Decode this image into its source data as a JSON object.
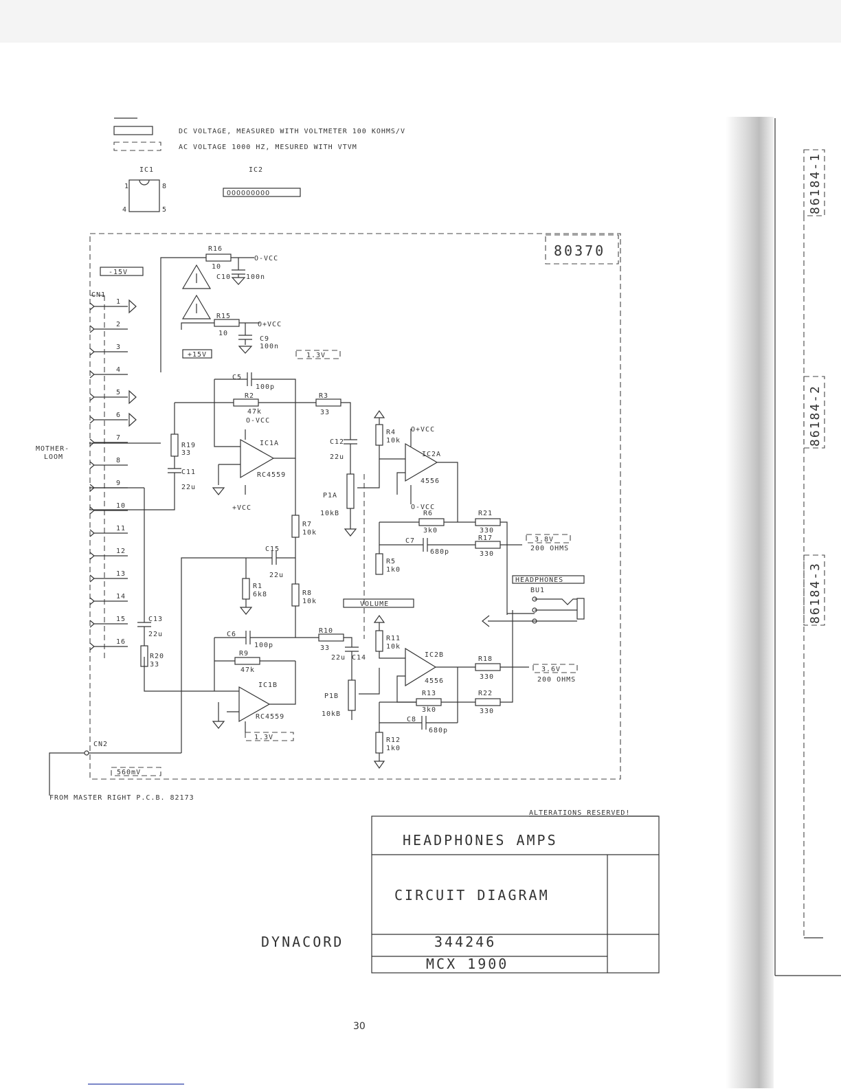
{
  "legend": {
    "dc": "DC VOLTAGE, MEASURED WITH VOLTMETER 100 KOHMS/V",
    "ac": "AC VOLTAGE 1000 HZ, MESURED WITH VTVM",
    "ic1": "IC1",
    "ic2": "IC2",
    "ic1_pins": [
      "1",
      "8",
      "4",
      "5"
    ],
    "ic2_pins": "OOOOOOOOO"
  },
  "board": {
    "number": "80370",
    "from_note": "FROM MASTER RIGHT P.C.B. 82173",
    "mother_loom": [
      "MOTHER-",
      "LOOM"
    ],
    "cn1": "CN1",
    "cn2": "CN2",
    "cn1_pins": [
      "1",
      "2",
      "3",
      "4",
      "5",
      "6",
      "7",
      "8",
      "9",
      "10",
      "11",
      "12",
      "13",
      "14",
      "15",
      "16"
    ]
  },
  "voltages": {
    "neg15": "-15V",
    "pos15": "+15V",
    "v13a": "1.3V",
    "v13b": "1.3V",
    "v38": "3.8V",
    "v36": "3.6V",
    "mv": "560mV"
  },
  "components": {
    "r16": "R16",
    "r16v": "10",
    "c10": "C10",
    "c10v": "100n",
    "vcc_neg1": "O-VCC",
    "r15": "R15",
    "r15v": "10",
    "c9": "C9",
    "c9v": "100n",
    "vcc_pos1": "O+VCC",
    "c5": "C5",
    "c5v": "100p",
    "r2": "R2",
    "r2v": "47k",
    "r3": "R3",
    "r3v": "33",
    "vcc_neg2": "O-VCC",
    "ic1a": "IC1A",
    "ic1a_type": "RC4559",
    "r19": "R19",
    "r19v": "33",
    "c11": "C11",
    "c11v": "22u",
    "vcc_pos2": "+VCC",
    "c12": "C12",
    "c12v": "22u",
    "r4": "R4",
    "r4v": "10k",
    "vcc_pos3": "O+VCC",
    "ic2a": "IC2A",
    "ic2a_type": "4556",
    "vcc_neg3": "O-VCC",
    "p1a": "P1A",
    "p1av": "10kB",
    "r6": "R6",
    "r6v": "3k0",
    "r21": "R21",
    "r21v": "330",
    "r17": "R17",
    "r17v": "330",
    "c7": "C7",
    "c7v": "680p",
    "r7": "R7",
    "r7v": "10k",
    "c15": "C15",
    "c15v": "22u",
    "r5": "R5",
    "r5v": "1k0",
    "r1": "R1",
    "r1v": "6k8",
    "r8": "R8",
    "r8v": "10k",
    "headphones": "HEADPHONES",
    "bu1": "BU1",
    "volume": "VOLUME",
    "c6": "C6",
    "c6v": "100p",
    "r10": "R10",
    "r10v": "33",
    "c14": "C14",
    "c14v": "22u",
    "r11": "R11",
    "r11v": "10k",
    "r9": "R9",
    "r9v": "47k",
    "c13": "C13",
    "c13v": "22u",
    "ic2b": "IC2B",
    "ic2b_type": "4556",
    "r18": "R18",
    "r18v": "330",
    "r20": "R20",
    "r20v": "33",
    "ic1b": "IC1B",
    "ic1b_type": "RC4559",
    "p1b": "P1B",
    "p1bv": "10kB",
    "r13": "R13",
    "r13v": "3k0",
    "r22": "R22",
    "r22v": "330",
    "c8": "C8",
    "c8v": "680p",
    "r12": "R12",
    "r12v": "1k0",
    "ohms_a": "200 OHMS",
    "ohms_b": "200 OHMS"
  },
  "title_block": {
    "alterations": "ALTERATIONS RESERVED!",
    "line1": "HEADPHONES AMPS",
    "line2": "CIRCUIT DIAGRAM",
    "maker": "DYNACORD",
    "drawing_no": "344246",
    "model": "MCX 1900"
  },
  "page_number": "30",
  "side_strip": {
    "labels": [
      "86184-1",
      "86184-2",
      "86184-3"
    ]
  }
}
